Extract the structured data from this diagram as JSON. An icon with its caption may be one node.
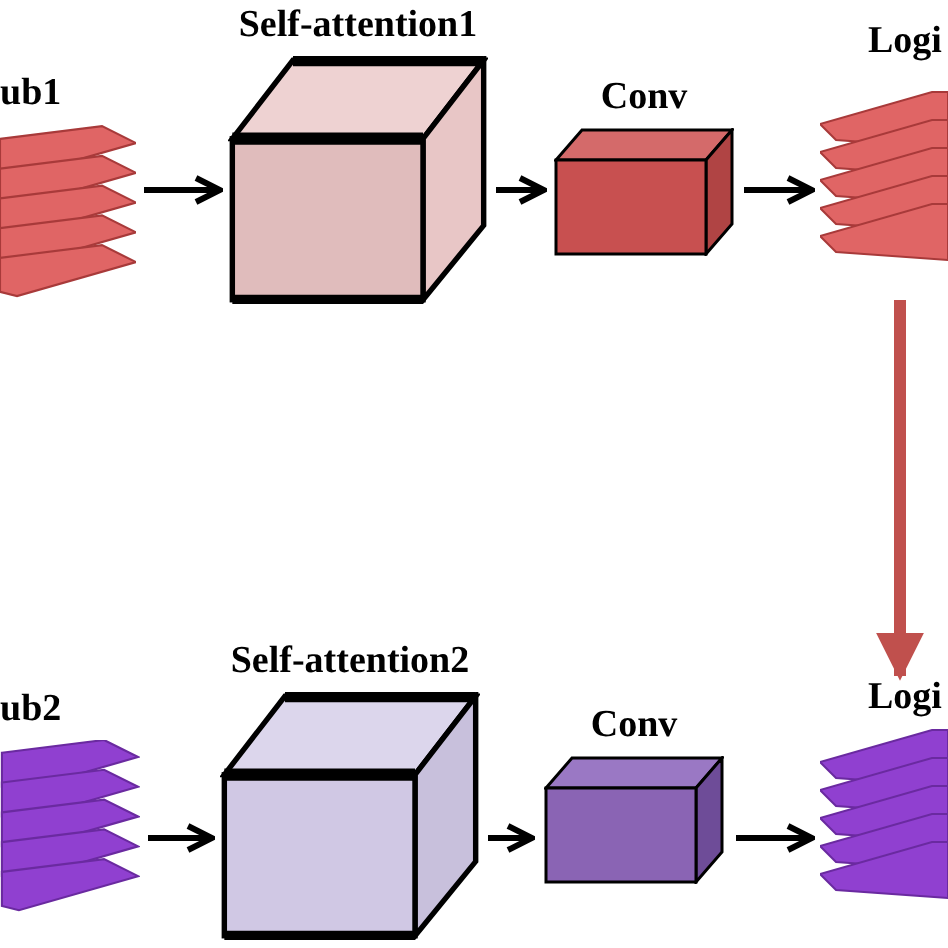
{
  "diagram": {
    "nodes": [
      {
        "text": [
          "ub1"
        ]
      },
      {
        "text": [
          "Self-attention1"
        ]
      },
      {
        "text": [
          "Conv"
        ]
      },
      {
        "text": [
          "Logi"
        ]
      },
      {
        "text": [
          "ub2"
        ]
      },
      {
        "text": [
          "Self-attention2"
        ]
      },
      {
        "text": [
          "Conv"
        ]
      },
      {
        "text": [
          "Logi"
        ]
      }
    ],
    "edges": [
      {
        "from": 0,
        "to": 1,
        "arrow": "to"
      },
      {
        "from": 1,
        "to": 2,
        "arrow": "to"
      },
      {
        "from": 2,
        "to": 3,
        "arrow": "to"
      },
      {
        "from": 3,
        "to": 7,
        "arrow": "to",
        "style": "thick",
        "color": "#c0504d"
      },
      {
        "from": 4,
        "to": 5,
        "arrow": "to"
      },
      {
        "from": 5,
        "to": 6,
        "arrow": "to"
      },
      {
        "from": 6,
        "to": 7,
        "arrow": "to"
      }
    ]
  }
}
